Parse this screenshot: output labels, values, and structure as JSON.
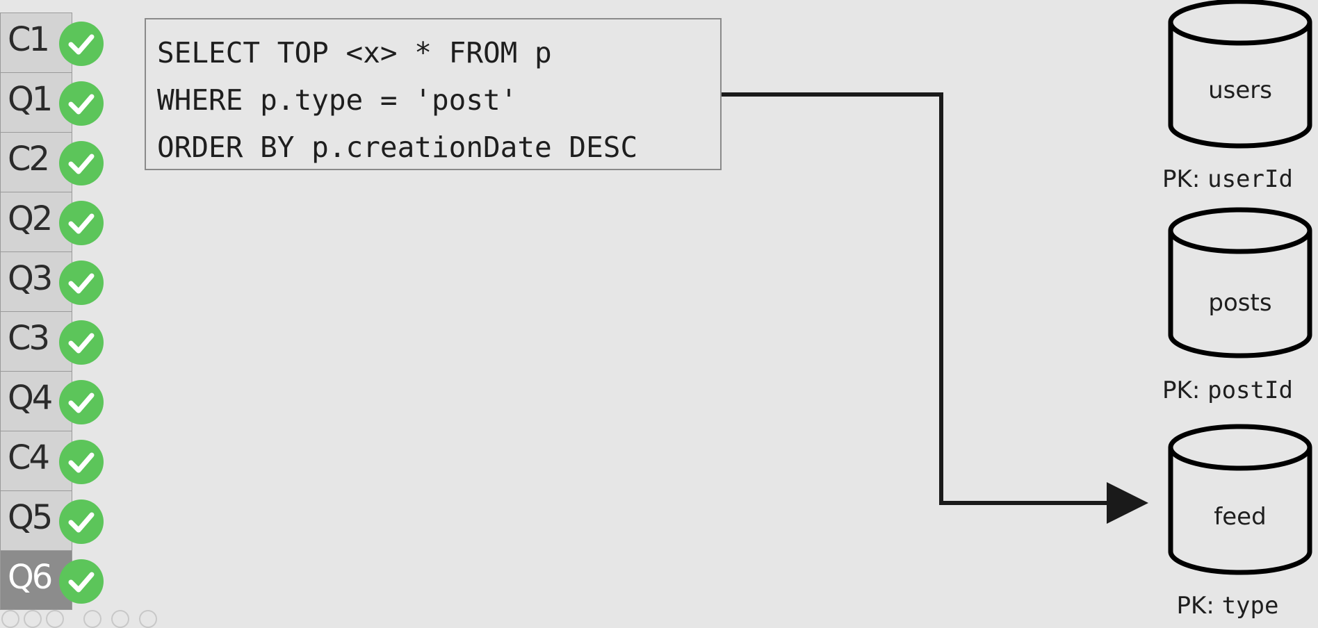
{
  "sidebar": {
    "items": [
      {
        "label": "C1",
        "active": false
      },
      {
        "label": "Q1",
        "active": false
      },
      {
        "label": "C2",
        "active": false
      },
      {
        "label": "Q2",
        "active": false
      },
      {
        "label": "Q3",
        "active": false
      },
      {
        "label": "C3",
        "active": false
      },
      {
        "label": "Q4",
        "active": false
      },
      {
        "label": "C4",
        "active": false
      },
      {
        "label": "Q5",
        "active": false
      },
      {
        "label": "Q6",
        "active": true
      }
    ],
    "check_icon": "check-circle-icon",
    "check_color": "#5cc55a"
  },
  "query": {
    "lines": [
      "SELECT TOP <x> * FROM p",
      "WHERE p.type = 'post'",
      "ORDER BY p.creationDate DESC"
    ]
  },
  "containers": [
    {
      "name": "users",
      "pk_prefix": "PK: ",
      "pk_key": "userId"
    },
    {
      "name": "posts",
      "pk_prefix": "PK: ",
      "pk_key": "postId"
    },
    {
      "name": "feed",
      "pk_prefix": "PK: ",
      "pk_key": "type"
    }
  ],
  "connector": {
    "from": "query",
    "to": "feed"
  },
  "colors": {
    "background": "#e6e6e6",
    "stroke": "#1a1a1a",
    "active_nav": "#8c8c8c"
  }
}
